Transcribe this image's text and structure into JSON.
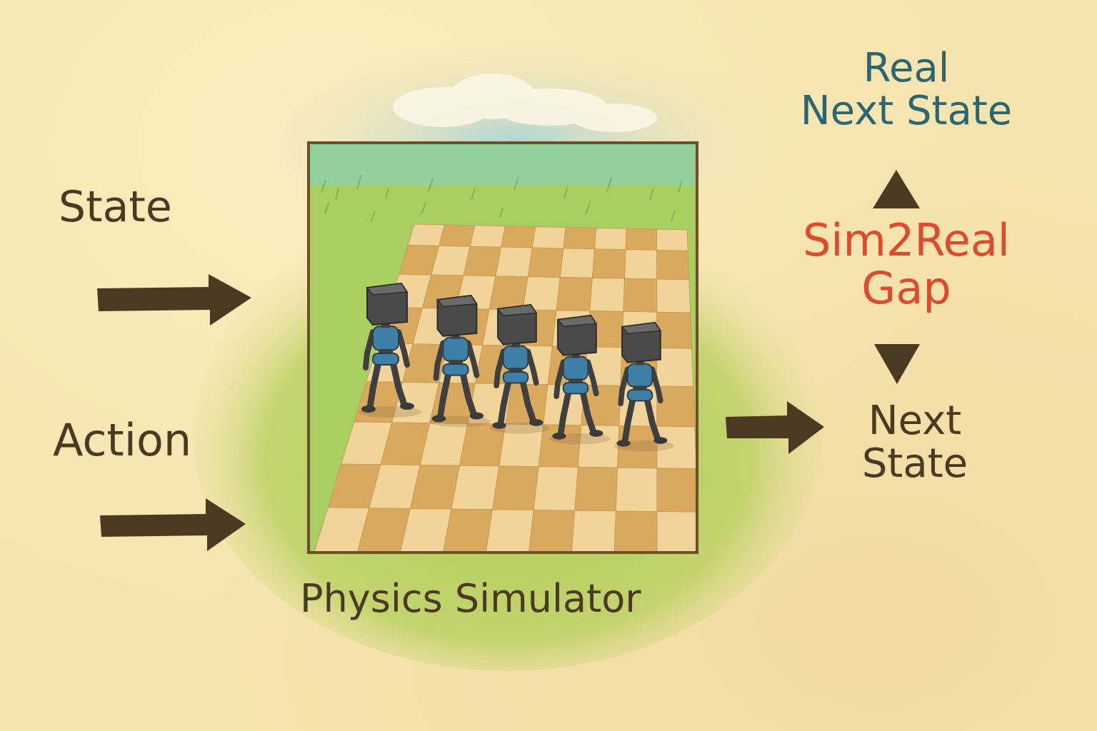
{
  "inputs": {
    "state": "State",
    "action": "Action"
  },
  "simulator": {
    "label": "Physics Simulator",
    "robot_count": 5
  },
  "outputs": {
    "next_state": "Next\nState",
    "real_next_state": "Real\nNext State"
  },
  "gap": {
    "label": "Sim2Real\nGap"
  },
  "colors": {
    "text": "#4a3a22",
    "real": "#2d6671",
    "gap": "#dd4a2e",
    "arrow": "#4a3a22",
    "grass": "#9cc24a",
    "sky": "#9fcfd8",
    "tile_light": "#f1d49a",
    "tile_dark": "#d9a95e",
    "robot_body": "#3d7fa6",
    "robot_head": "#4a4a4a"
  }
}
